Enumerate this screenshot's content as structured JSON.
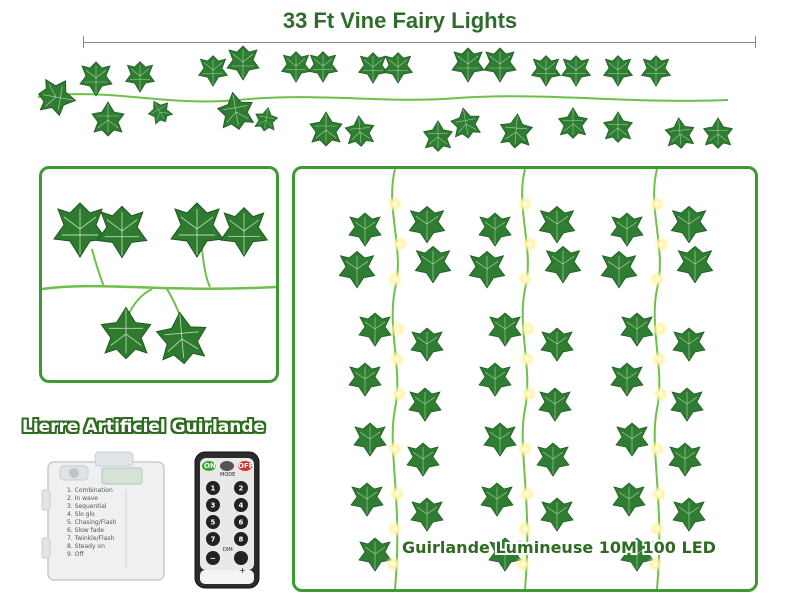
{
  "header": {
    "title": "33 Ft Vine Fairy Lights"
  },
  "labels": {
    "left": "Lierre Artificiel Guirlande",
    "right": "Guirlande Lumineuse 10M 100 LED"
  },
  "battery_box": {
    "modes": [
      "1. Combination",
      "2. In wave",
      "3. Sequential",
      "4. Slo glo",
      "5. Chasing/Flash",
      "6. Slow fade",
      "7. Twinkle/Flash",
      "8. Steady on",
      "9. Off"
    ]
  },
  "remote": {
    "on_label": "ON",
    "mode_label": "MODE",
    "off_label": "OFF",
    "keys": [
      "1",
      "2",
      "3",
      "4",
      "5",
      "6",
      "7",
      "8"
    ],
    "dim_label": "DIM",
    "minus": "−",
    "plus": "+"
  },
  "colors": {
    "leaf": "#2f7d32",
    "leaf_light": "#4caf50",
    "vine": "#6fbf4a",
    "frame": "#3c9a33",
    "light": "#fff3a0"
  }
}
